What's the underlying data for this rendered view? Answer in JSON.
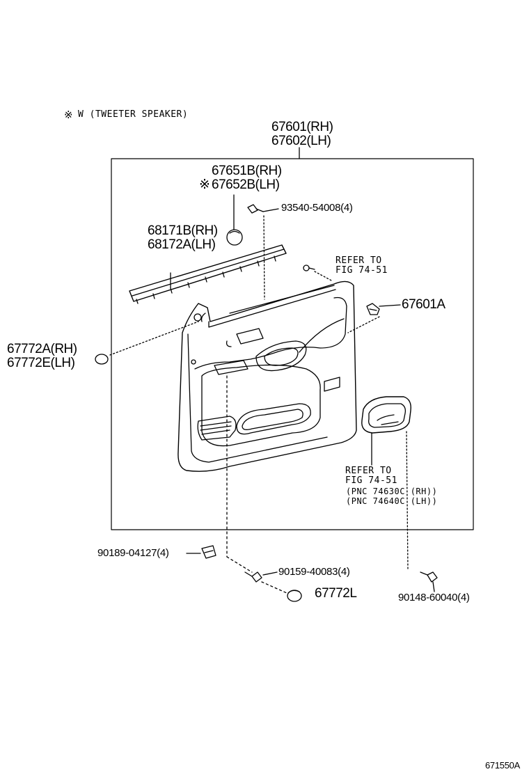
{
  "legend": {
    "symbol": "※",
    "text": "W (TWEETER SPEAKER)"
  },
  "labels": {
    "trim_panel_rh": "67601(RH)",
    "trim_panel_lh": "67602(LH)",
    "cover_rh": "67651B(RH)",
    "cover_lh_symbol": "※",
    "cover_lh": "67652B(LH)",
    "screw_93540": "93540-54008(4)",
    "weatherstrip_rh": "68171B(RH)",
    "weatherstrip_lh": "68172A(LH)",
    "refer_top_1": "REFER TO",
    "refer_top_2": "FIG 74-51",
    "clip_67601a": "67601A",
    "plug_rh": "67772A(RH)",
    "plug_lh": "67772E(LH)",
    "refer_bottom_1": "REFER TO",
    "refer_bottom_2": "FIG 74-51",
    "pnc_rh": "(PNC 74630C (RH))",
    "pnc_lh": "(PNC 74640C (LH))",
    "clip_90189": "90189-04127(4)",
    "screw_90159": "90159-40083(4)",
    "plug_67772l": "67772L",
    "screw_90148": "90148-60040(4)",
    "figure_code": "671550A"
  }
}
